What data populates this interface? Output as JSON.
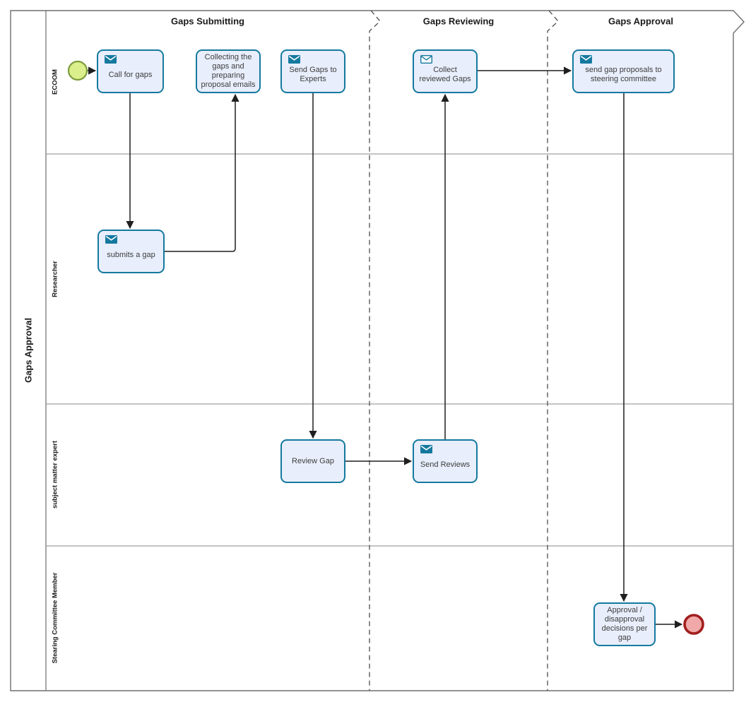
{
  "pool": {
    "label": "Gaps Approval"
  },
  "lanes": [
    {
      "label": "ECOOM"
    },
    {
      "label": "Researcher"
    },
    {
      "label": "subject matter expert"
    },
    {
      "label": "Stearing Committee Member"
    }
  ],
  "phases": [
    {
      "label": "Gaps Submitting"
    },
    {
      "label": "Gaps Reviewing"
    },
    {
      "label": "Gaps Approval"
    }
  ],
  "tasks": [
    {
      "id": "call-for-gaps",
      "label": "Call for gaps",
      "icon": "send-message-icon",
      "lane": "ECOOM",
      "phase": "Gaps Submitting"
    },
    {
      "id": "collecting-gaps",
      "label": "Collecting the gaps and preparing proposal emails",
      "icon": "none",
      "lane": "ECOOM",
      "phase": "Gaps Submitting"
    },
    {
      "id": "send-gaps-to-experts",
      "label": "Send Gaps to Experts",
      "icon": "send-message-icon",
      "lane": "ECOOM",
      "phase": "Gaps Submitting"
    },
    {
      "id": "collect-reviewed-gaps",
      "label": "Collect reviewed Gaps",
      "icon": "receive-message-icon",
      "lane": "ECOOM",
      "phase": "Gaps Reviewing"
    },
    {
      "id": "send-gap-proposals",
      "label": "send gap proposals to steering committee",
      "icon": "send-message-icon",
      "lane": "ECOOM",
      "phase": "Gaps Approval"
    },
    {
      "id": "submits-a-gap",
      "label": "submits a gap",
      "icon": "send-message-icon",
      "lane": "Researcher",
      "phase": "Gaps Submitting"
    },
    {
      "id": "review-gap",
      "label": "Review Gap",
      "icon": "none",
      "lane": "subject matter expert",
      "phase": "Gaps Submitting"
    },
    {
      "id": "send-reviews",
      "label": "Send Reviews",
      "icon": "send-message-icon",
      "lane": "subject matter expert",
      "phase": "Gaps Reviewing"
    },
    {
      "id": "approval-decisions",
      "label": "Approval / disapproval decisions per gap",
      "icon": "none",
      "lane": "Stearing Committee Member",
      "phase": "Gaps Approval"
    }
  ],
  "events": [
    {
      "id": "start-event",
      "type": "start",
      "lane": "ECOOM"
    },
    {
      "id": "end-event",
      "type": "end",
      "lane": "Stearing Committee Member"
    }
  ],
  "flows": [
    {
      "from": "start-event",
      "to": "call-for-gaps"
    },
    {
      "from": "call-for-gaps",
      "to": "submits-a-gap"
    },
    {
      "from": "submits-a-gap",
      "to": "collecting-gaps"
    },
    {
      "from": "send-gaps-to-experts",
      "to": "review-gap"
    },
    {
      "from": "review-gap",
      "to": "send-reviews"
    },
    {
      "from": "send-reviews",
      "to": "collect-reviewed-gaps"
    },
    {
      "from": "collect-reviewed-gaps",
      "to": "send-gap-proposals"
    },
    {
      "from": "send-gap-proposals",
      "to": "approval-decisions"
    },
    {
      "from": "approval-decisions",
      "to": "end-event"
    }
  ],
  "colors": {
    "task_fill": "#E8EEFB",
    "task_border": "#15799F",
    "start_event_fill": "#DBF08C",
    "start_event_border": "#7E9D3D",
    "end_event_fill": "#F0A8A8",
    "end_event_border": "#A21E1E",
    "flow_line": "#1f1f1f",
    "pool_border": "#6e6e6e"
  }
}
